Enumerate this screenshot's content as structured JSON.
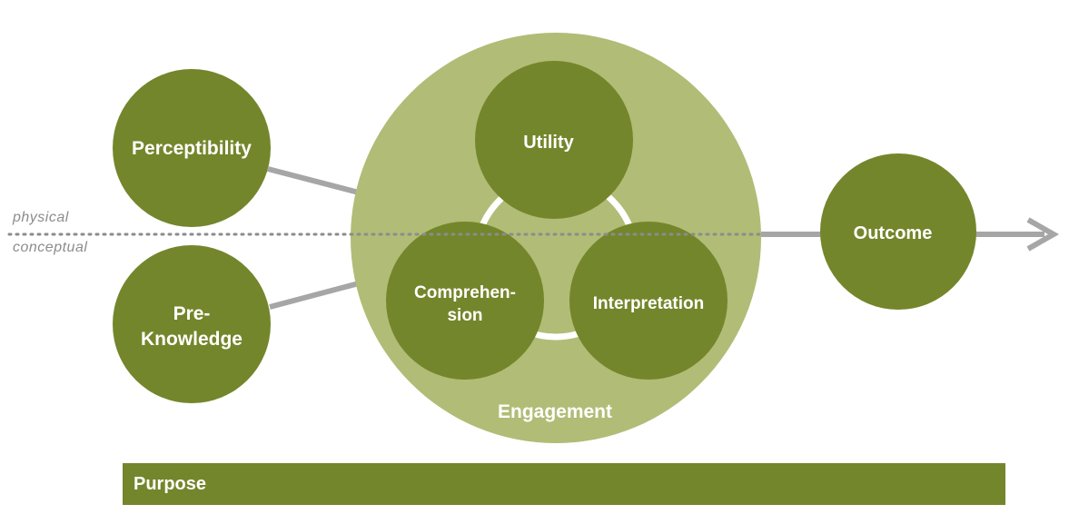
{
  "colors": {
    "node": "#73862b",
    "engagement": "#b1bc76",
    "connector": "#a6a6a6",
    "dotted_line": "#8c8c8c",
    "ring": "#ffffff"
  },
  "labels": {
    "physical": "physical",
    "conceptual": "conceptual",
    "perceptibility": "Perceptibility",
    "pre_knowledge_line1": "Pre-",
    "pre_knowledge_line2": "Knowledge",
    "utility": "Utility",
    "comprehension_line1": "Comprehen-",
    "comprehension_line2": "sion",
    "interpretation": "Interpretation",
    "engagement": "Engagement",
    "outcome": "Outcome",
    "purpose": "Purpose"
  }
}
